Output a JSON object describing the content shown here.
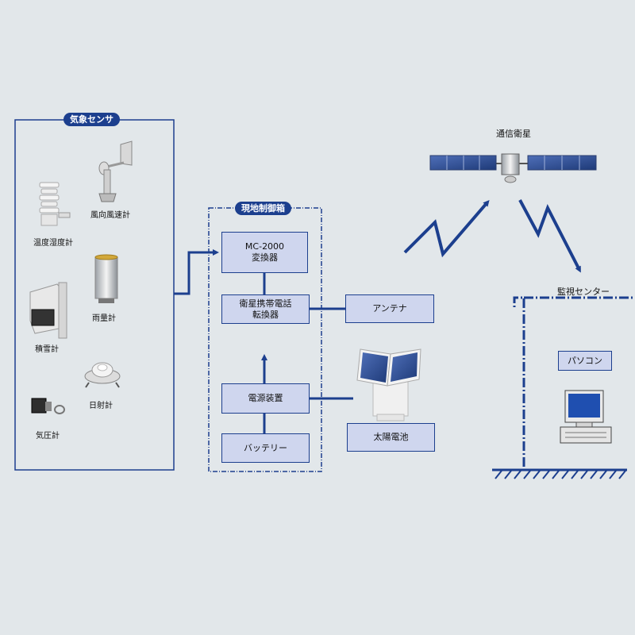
{
  "sensors": {
    "title": "気象センサ",
    "items": [
      {
        "key": "wind",
        "label": "風向風速計",
        "icon": "wind-vane-icon"
      },
      {
        "key": "temp",
        "label": "温度湿度計",
        "icon": "thermo-hygrometer-icon"
      },
      {
        "key": "rain",
        "label": "雨量計",
        "icon": "rain-gauge-icon"
      },
      {
        "key": "snow",
        "label": "積雪計",
        "icon": "snow-gauge-icon"
      },
      {
        "key": "solar",
        "label": "日射計",
        "icon": "pyranometer-icon"
      },
      {
        "key": "pressure",
        "label": "気圧計",
        "icon": "barometer-icon"
      }
    ]
  },
  "control_box": {
    "title": "現地制御箱",
    "converter": "MC-2000\n変換器",
    "sat_phone": "衛星携帯電話\n転換器",
    "power": "電源装置",
    "battery": "バッテリー"
  },
  "antenna": "アンテナ",
  "solar_panel": "太陽電池",
  "satellite": "通信衛星",
  "center": {
    "title": "監視センター",
    "pc": "パソコン"
  },
  "colors": {
    "background": "#e2e7ea",
    "line": "#1c3f8e",
    "box_fill": "#cfd6ee"
  }
}
